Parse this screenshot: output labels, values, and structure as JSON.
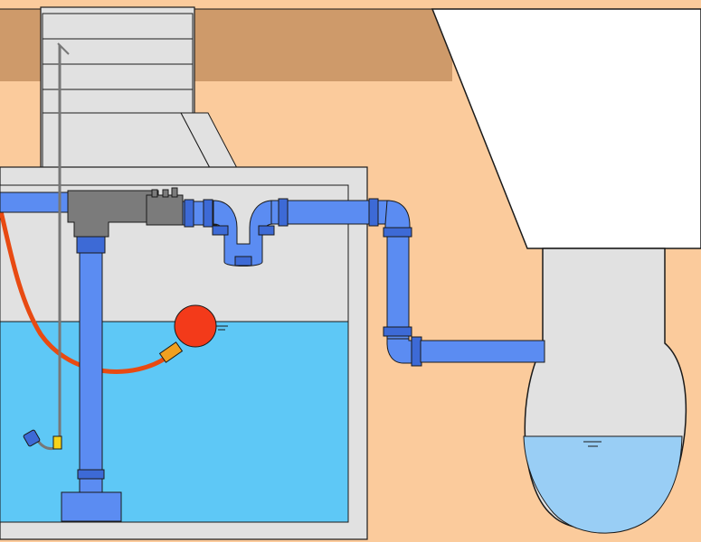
{
  "diagram": {
    "subject": "",
    "components": [
      {
        "id": "surface-soil",
        "role": "topsoil layer"
      },
      {
        "id": "inspection-shaft",
        "role": "concrete access shaft with rings"
      },
      {
        "id": "pump-chamber",
        "role": "concrete tank"
      },
      {
        "id": "tank-water",
        "role": "collected water"
      },
      {
        "id": "submersible-pump",
        "role": "pump at tank bottom"
      },
      {
        "id": "riser-pipe",
        "role": "vertical discharge pipe"
      },
      {
        "id": "non-return-valve",
        "role": "grey valve / fitting"
      },
      {
        "id": "discharge-pipe",
        "role": "blue pressure pipe with trap"
      },
      {
        "id": "float-switch",
        "role": "orange ball float"
      },
      {
        "id": "level-sensor",
        "role": "small blue/yellow sensor"
      },
      {
        "id": "power-cable",
        "role": "orange cable"
      },
      {
        "id": "receiving-sewer",
        "role": "egg-shaped sewer with water"
      },
      {
        "id": "building",
        "role": "building footprint (white)"
      }
    ]
  },
  "colors": {
    "soil_light": "#fbcb9c",
    "soil_dark": "#ce9a6a",
    "concrete": "#e1e1e1",
    "concrete_dark": "#c9c9c9",
    "water": "#5ec8f6",
    "water_sewer": "#99cef5",
    "pipe": "#5b8cf2",
    "pipe_dark": "#3d6ad6",
    "fitting": "#7b7b7b",
    "float": "#f33a1a",
    "cable": "#e84a12",
    "outline": "#1a1a1a",
    "building": "#ffffff"
  },
  "icons": {
    "float": "ball-float-icon",
    "sensor": "level-sensor-icon",
    "water_surface": "water-level-icon"
  }
}
